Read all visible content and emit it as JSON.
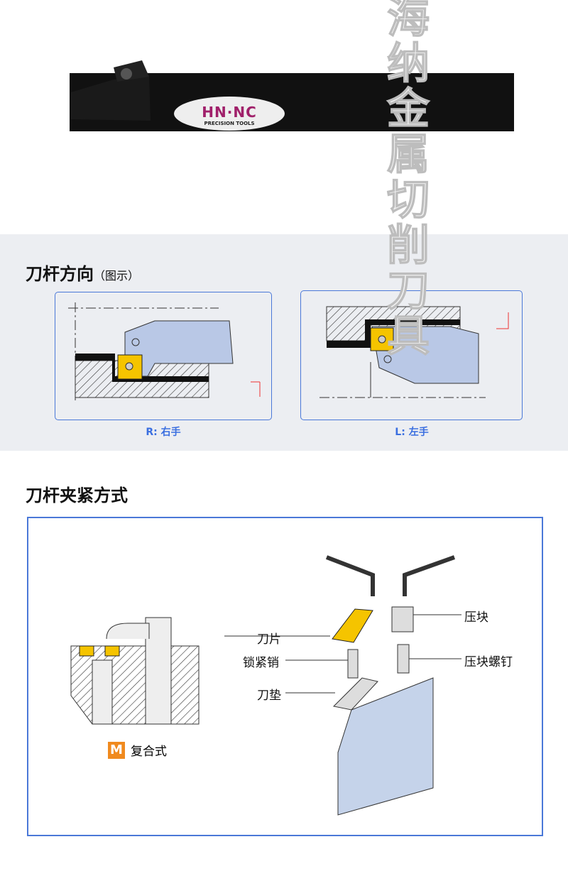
{
  "product": {
    "logo_brand": "HN·NC",
    "logo_sub": "PRECISION TOOLS"
  },
  "direction": {
    "title": "刀杆方向",
    "title_note": "（图示）",
    "right_caption": "R: 右手",
    "left_caption": "L: 左手"
  },
  "clamping": {
    "title": "刀杆夹紧方式",
    "type_badge": "M",
    "type_label": "复合式",
    "parts": {
      "insert": "刀片",
      "lock_pin": "锁紧销",
      "shim": "刀垫",
      "clamp": "压块",
      "clamp_screw": "压块螺钉"
    }
  },
  "watermark": "海纳金属切削刀具",
  "colors": {
    "accent": "#4a78d8",
    "insert": "#f5c400",
    "badge": "#f08a1e"
  }
}
